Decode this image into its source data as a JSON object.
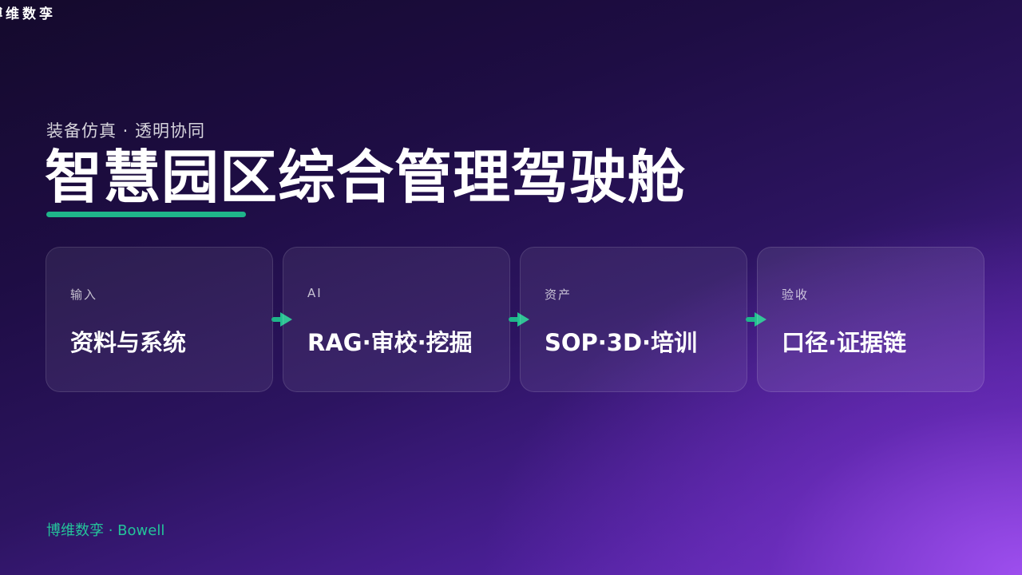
{
  "header": {
    "logo_text": "博维数孪"
  },
  "hero": {
    "subtitle": "装备仿真 · 透明协同",
    "title": "智慧园区综合管理驾驶舱"
  },
  "flow": {
    "steps": [
      {
        "label": "输入",
        "value": "资料与系统"
      },
      {
        "label": "AI",
        "value": "RAG·审校·挖掘"
      },
      {
        "label": "资产",
        "value": "SOP·3D·培训"
      },
      {
        "label": "验收",
        "value": "口径·证据链"
      }
    ],
    "arrow_icon": "arrow-right-icon"
  },
  "footer": {
    "brand": "博维数孪 · Bowell"
  },
  "colors": {
    "accent": "#1fb58a",
    "footer_text": "#24c39a",
    "background_dark": "#140a2c",
    "background_light": "#9b4ee8"
  }
}
